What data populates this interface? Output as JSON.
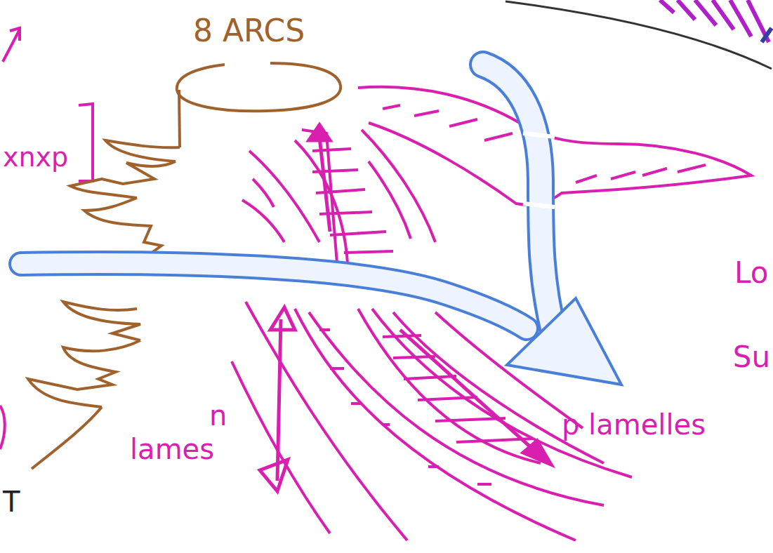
{
  "diagram": {
    "labels": [
      "8 ARCS",
      "xnxp",
      "n",
      "lames",
      "p lamelles",
      "Lo",
      "Su",
      "T"
    ]
  }
}
